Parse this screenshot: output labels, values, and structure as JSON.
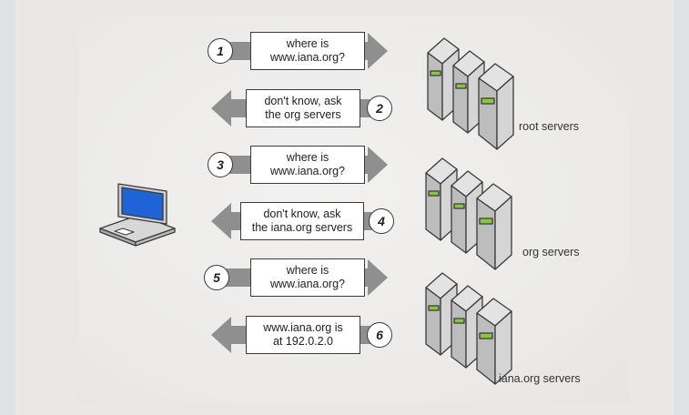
{
  "steps": [
    {
      "num": "1",
      "line1": "where is",
      "line2": "www.iana.org?",
      "direction": "right"
    },
    {
      "num": "2",
      "line1": "don't know, ask",
      "line2": "the org servers",
      "direction": "left"
    },
    {
      "num": "3",
      "line1": "where is",
      "line2": "www.iana.org?",
      "direction": "right"
    },
    {
      "num": "4",
      "line1": "don't know, ask",
      "line2": "the iana.org servers",
      "direction": "left"
    },
    {
      "num": "5",
      "line1": "where is",
      "line2": "www.iana.org?",
      "direction": "right"
    },
    {
      "num": "6",
      "line1": "www.iana.org is",
      "line2": "at 192.0.2.0",
      "direction": "left"
    }
  ],
  "servers": [
    {
      "label": "root servers"
    },
    {
      "label": "org servers"
    },
    {
      "label": "iana.org servers"
    }
  ],
  "colors": {
    "arrow": "#8f8f8f",
    "server_light": "#d9d9d9",
    "server_dark": "#a6a6a6",
    "server_led": "#8cc63f",
    "laptop_screen": "#1f63d8"
  }
}
